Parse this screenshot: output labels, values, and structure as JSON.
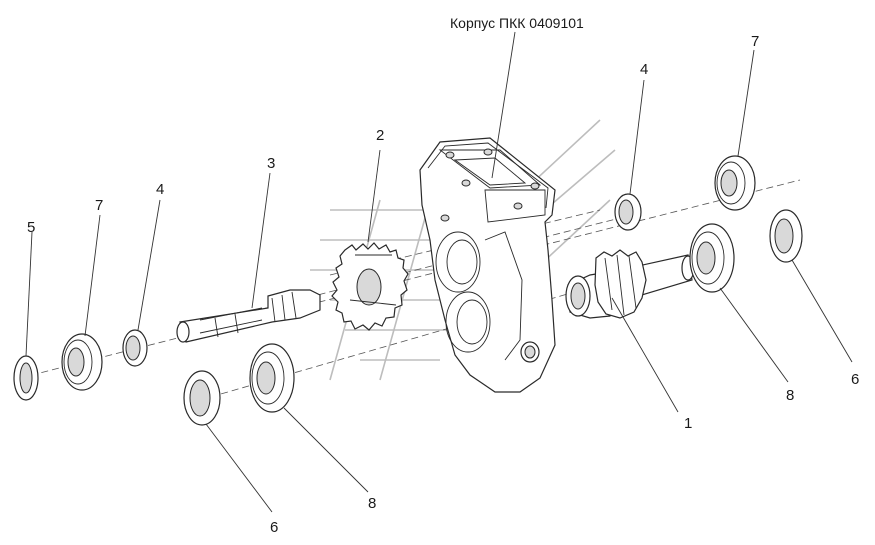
{
  "diagram": {
    "title": "Корпус ПКК 0409101",
    "callouts": [
      {
        "id": "c1",
        "text": "1"
      },
      {
        "id": "c2",
        "text": "2"
      },
      {
        "id": "c3",
        "text": "3"
      },
      {
        "id": "c4a",
        "text": "4"
      },
      {
        "id": "c4b",
        "text": "4"
      },
      {
        "id": "c5",
        "text": "5"
      },
      {
        "id": "c6a",
        "text": "6"
      },
      {
        "id": "c6b",
        "text": "6"
      },
      {
        "id": "c7a",
        "text": "7"
      },
      {
        "id": "c7b",
        "text": "7"
      },
      {
        "id": "c8a",
        "text": "8"
      },
      {
        "id": "c8b",
        "text": "8"
      }
    ]
  }
}
